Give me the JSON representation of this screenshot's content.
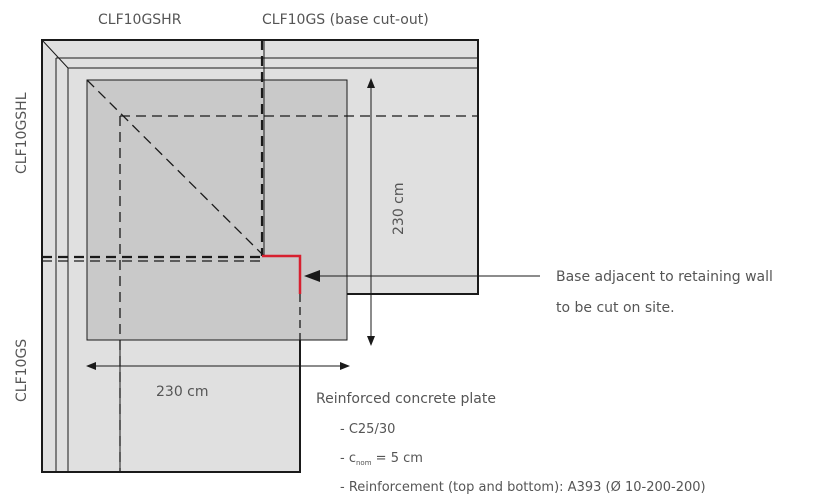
{
  "labels": {
    "top_left_unit": "CLF10GSHR",
    "top_right_unit": "CLF10GS (base cut-out)",
    "side_upper_unit": "CLF10GSHL",
    "side_lower_unit": "CLF10GS"
  },
  "dimensions": {
    "vertical": "230 cm",
    "horizontal": "230 cm"
  },
  "callout": {
    "line1": "Base adjacent to retaining wall",
    "line2": "to be cut on site."
  },
  "plate": {
    "title": "Reinforced concrete plate",
    "spec1": "- C25/30",
    "spec2_prefix": "- c",
    "spec2_sub": "nom",
    "spec2_suffix": " = 5 cm",
    "spec3": "- Reinforcement (top and bottom): A393 (Ø 10-200-200)"
  },
  "colors": {
    "wall_fill": "#e0e0e0",
    "plate_fill": "#c9c9c9",
    "cut_line": "#d7202f",
    "line": "#1a1a1a",
    "text": "#555555"
  }
}
